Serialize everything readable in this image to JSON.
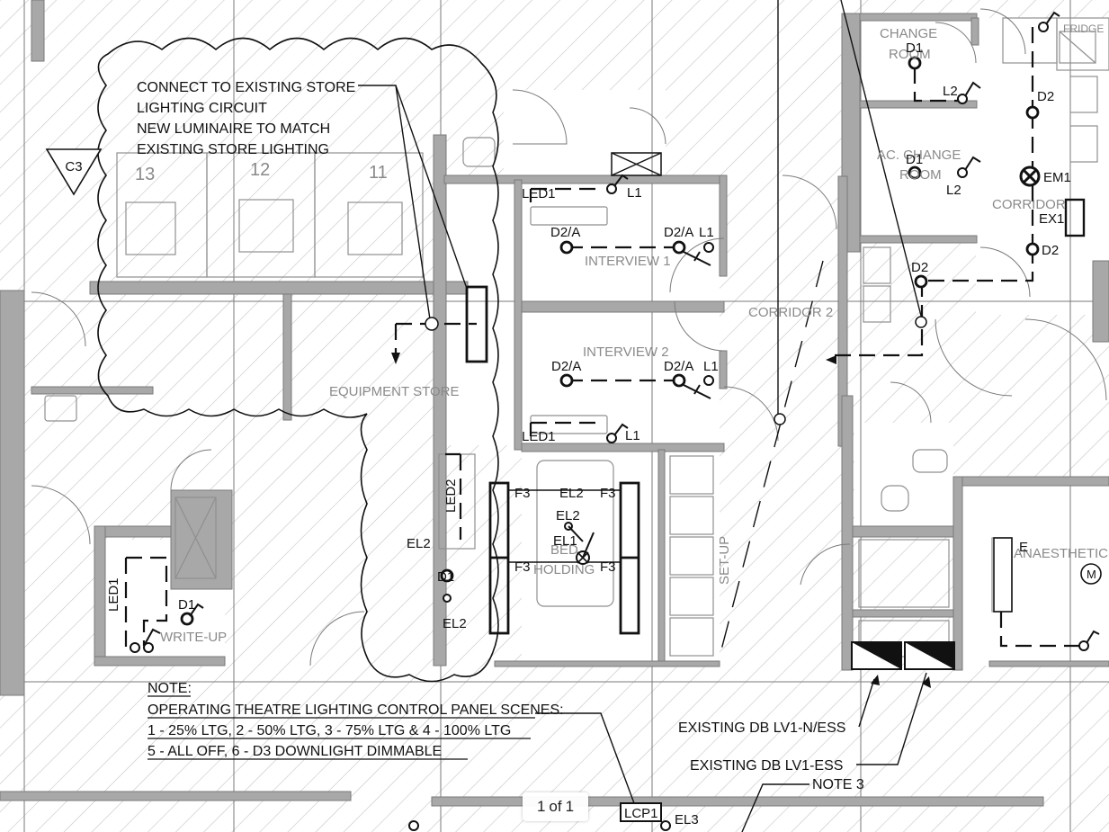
{
  "viewer": {
    "page_indicator": {
      "current": "1",
      "separator": "of",
      "total": "1"
    }
  },
  "cloud_note": {
    "lines": [
      "CONNECT TO EXISTING STORE",
      "LIGHTING CIRCUIT",
      "NEW LUMINAIRE TO MATCH",
      "EXISTING STORE LIGHTING"
    ]
  },
  "section_tag": "C3",
  "bays": [
    "13",
    "12",
    "11"
  ],
  "rooms": {
    "change_room": [
      "CHANGE",
      "ROOM"
    ],
    "ac_change_room": [
      "AC. CHANGE",
      "ROOM"
    ],
    "corridor": "CORRIDOR",
    "corridor_2": "CORRIDOR 2",
    "interview_1": "INTERVIEW 1",
    "interview_2": "INTERVIEW 2",
    "equipment_store": "EQUIPMENT STORE",
    "bed_holding": [
      "BED",
      "HOLDING"
    ],
    "set_up": "SET-UP",
    "write_up": "WRITE-UP",
    "anaesthetic": "ANAESTHETIC",
    "fridge": "FRIDGE"
  },
  "fixtures": {
    "d1": "D1",
    "d2": "D2",
    "d2a": "D2/A",
    "l1": "L1",
    "l2": "L2",
    "led1": "LED1",
    "led2": "LED2",
    "em1": "EM1",
    "ex1": "EX1",
    "f3": "F3",
    "el1": "EL1",
    "el2": "EL2",
    "el3": "EL3",
    "e": "E",
    "m": "M",
    "lcp1": "LCP1"
  },
  "note": {
    "title": "NOTE:",
    "lines": [
      "OPERATING THEATRE LIGHTING CONTROL PANEL SCENES:",
      "1 - 25% LTG, 2 - 50% LTG, 3 - 75% LTG & 4 - 100% LTG",
      "5 - ALL OFF, 6 - D3 DOWNLIGHT DIMMABLE"
    ]
  },
  "callouts": {
    "db_n_ess": "EXISTING DB LV1-N/ESS",
    "db_ess": "EXISTING DB LV1-ESS",
    "note_3": "NOTE 3"
  },
  "colors": {
    "ink": "#111111",
    "wall": "#9a9a9a",
    "hatch": "#c4c4c4",
    "grid": "#7a7a7a"
  }
}
